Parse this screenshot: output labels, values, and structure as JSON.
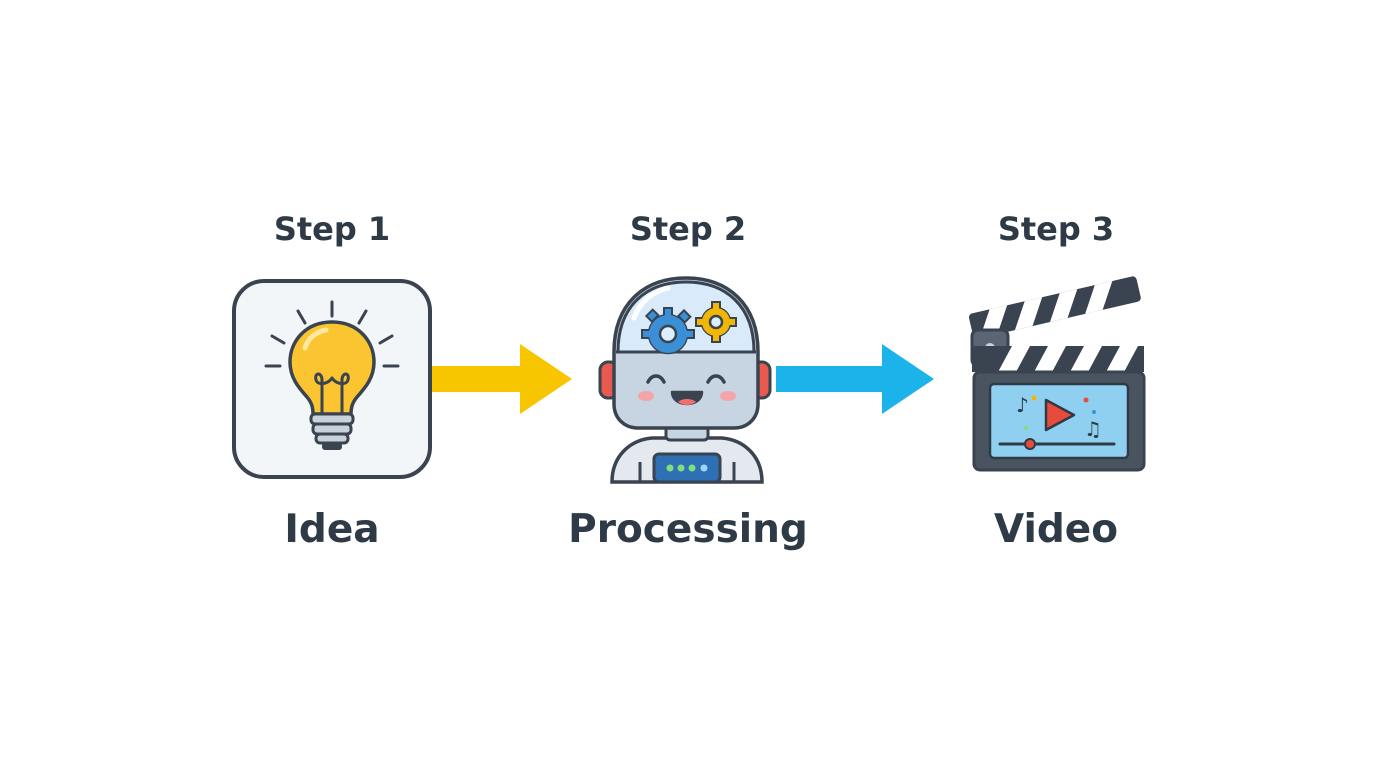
{
  "steps": [
    {
      "label": "Step 1",
      "name": "Idea",
      "icon": "lightbulb-icon"
    },
    {
      "label": "Step 2",
      "name": "Processing",
      "icon": "robot-icon"
    },
    {
      "label": "Step 3",
      "name": "Video",
      "icon": "clapperboard-icon"
    }
  ],
  "arrows": [
    {
      "from": "Step 1",
      "to": "Step 2",
      "color": "#f7c600"
    },
    {
      "from": "Step 2",
      "to": "Step 3",
      "color": "#1cb3ea"
    }
  ],
  "colors": {
    "text": "#2f3a47",
    "outline": "#3a4350",
    "bulb": "#fbc531",
    "robot_head": "#c7d4e1",
    "robot_ear": "#e85a4f",
    "gear_blue": "#3b8fd6",
    "gear_yellow": "#f2b705",
    "screen": "#8fd0f0",
    "play": "#e84a3c"
  }
}
